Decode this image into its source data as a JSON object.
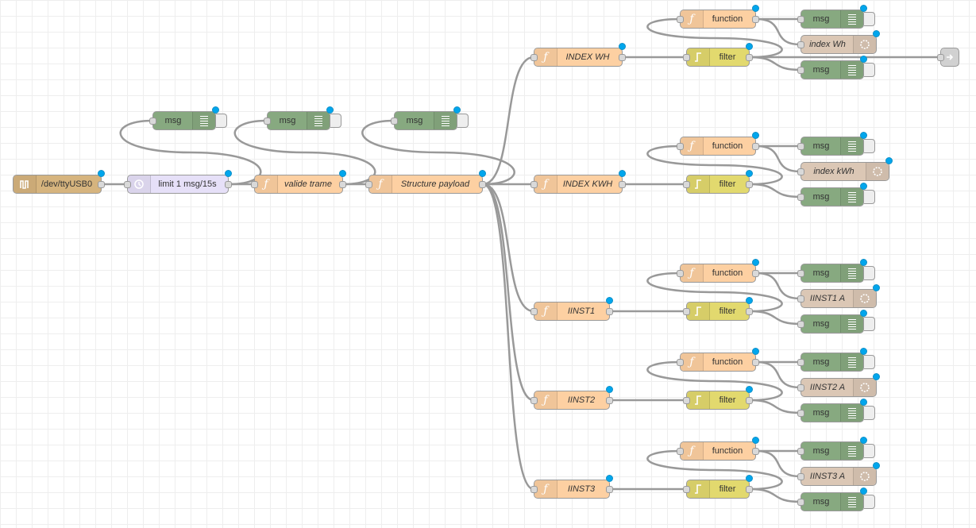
{
  "colors": {
    "serial": "#d6b47e",
    "delay": "#e6e0f8",
    "function": "#fdd0a2",
    "switch": "#e2d96e",
    "debug": "#87a980",
    "ui": "#dbc7b5",
    "link": "#dddddd",
    "wire": "#999999",
    "status": "#00a6ed"
  },
  "nodes": {
    "serial_in": {
      "label": "/dev/ttyUSB0",
      "icon": "serial-icon"
    },
    "delay": {
      "label": "limit 1 msg/15s",
      "icon": "timer-icon"
    },
    "valide_trame": {
      "label": "valide trame",
      "icon": "function-icon"
    },
    "structure_payload": {
      "label": "Structure payload",
      "icon": "function-icon"
    },
    "debug_1": {
      "label": "msg",
      "icon": "debug-icon"
    },
    "debug_2": {
      "label": "msg",
      "icon": "debug-icon"
    },
    "debug_3": {
      "label": "msg",
      "icon": "debug-icon"
    },
    "link_out": {
      "label": "",
      "icon": "link-out-icon"
    }
  },
  "branches": [
    {
      "name": "INDEX WH",
      "func_label": "function",
      "filter_label": "filter",
      "debug_label_top": "msg",
      "ui_label": "index Wh",
      "debug_label_bottom": "msg"
    },
    {
      "name": "INDEX KWH",
      "func_label": "function",
      "filter_label": "filter",
      "debug_label_top": "msg",
      "ui_label": "index kWh",
      "debug_label_bottom": "msg"
    },
    {
      "name": "IINST1",
      "func_label": "function",
      "filter_label": "filter",
      "debug_label_top": "msg",
      "ui_label": "IINST1 A",
      "debug_label_bottom": "msg"
    },
    {
      "name": "IINST2",
      "func_label": "function",
      "filter_label": "filter",
      "debug_label_top": "msg",
      "ui_label": "IINST2 A",
      "debug_label_bottom": "msg"
    },
    {
      "name": "IINST3",
      "func_label": "function",
      "filter_label": "filter",
      "debug_label_top": "msg",
      "ui_label": "IINST3 A",
      "debug_label_bottom": "msg"
    }
  ]
}
